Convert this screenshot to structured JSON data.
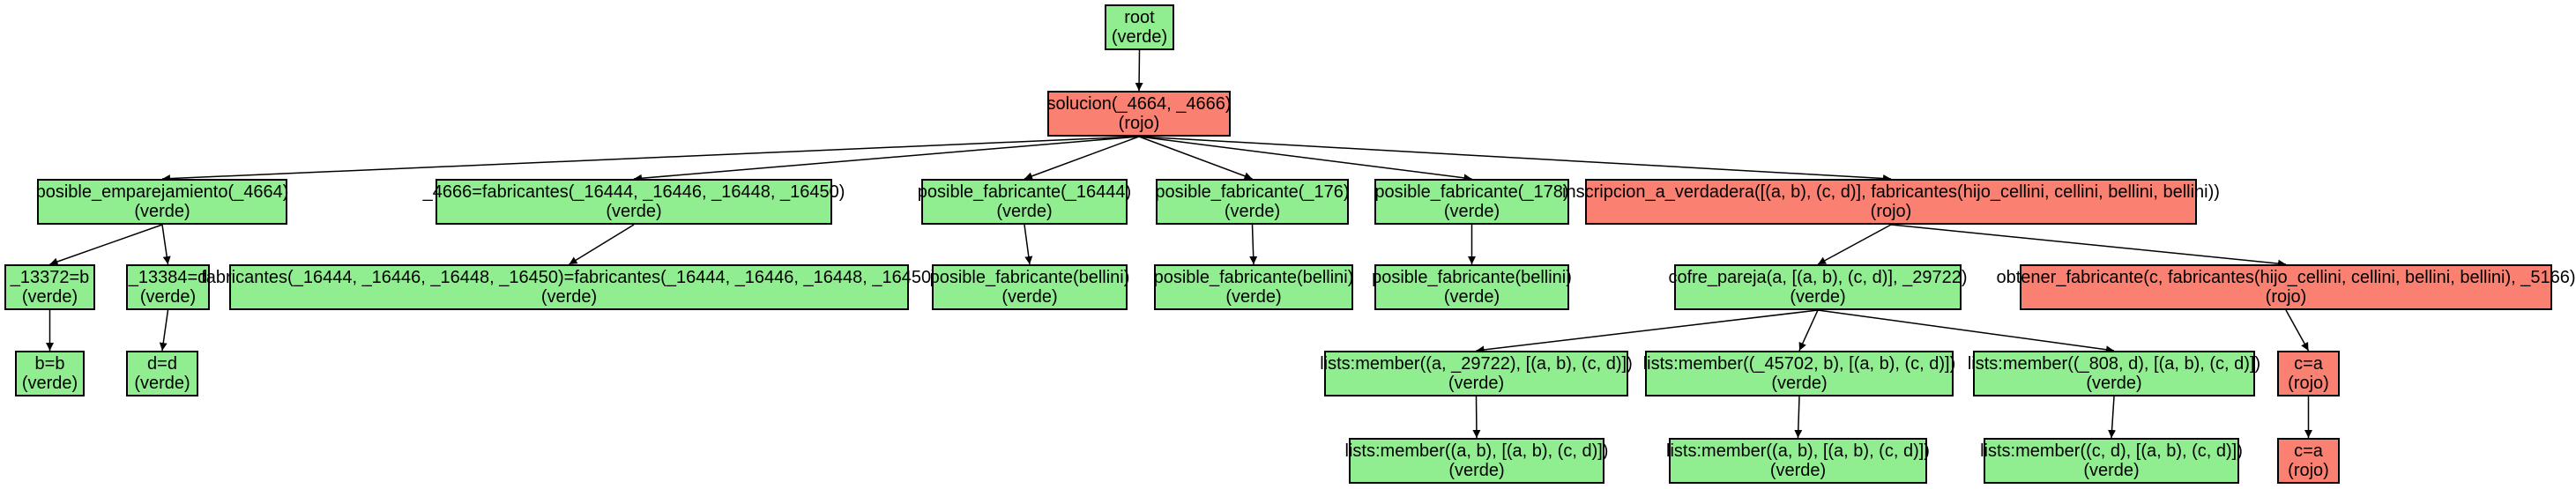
{
  "colors": {
    "verde": "#90ee90",
    "rojo": "#fa8072",
    "edge": "#000000"
  },
  "nodes": [
    {
      "id": "root",
      "label": "root",
      "status": "(verde)",
      "color": "verde"
    },
    {
      "id": "solucion",
      "label": "solucion(_4664, _4666)",
      "status": "(rojo)",
      "color": "rojo"
    },
    {
      "id": "posible_emparejamiento",
      "label": "posible_emparejamiento(_4664)",
      "status": "(verde)",
      "color": "verde"
    },
    {
      "id": "eq_fabricantes",
      "label": "_4666=fabricantes(_16444, _16446, _16448, _16450)",
      "status": "(verde)",
      "color": "verde"
    },
    {
      "id": "pf_16444",
      "label": "posible_fabricante(_16444)",
      "status": "(verde)",
      "color": "verde"
    },
    {
      "id": "pf_176",
      "label": "posible_fabricante(_176)",
      "status": "(verde)",
      "color": "verde"
    },
    {
      "id": "pf_178",
      "label": "posible_fabricante(_178)",
      "status": "(verde)",
      "color": "verde"
    },
    {
      "id": "inscripcion",
      "label": "inscripcion_a_verdadera([(a, b), (c, d)], fabricantes(hijo_cellini, cellini, bellini, bellini))",
      "status": "(rojo)",
      "color": "rojo"
    },
    {
      "id": "eq_13372",
      "label": "_13372=b",
      "status": "(verde)",
      "color": "verde"
    },
    {
      "id": "eq_13384",
      "label": "_13384=d",
      "status": "(verde)",
      "color": "verde"
    },
    {
      "id": "fab_unif",
      "label": "fabricantes(_16444, _16446, _16448, _16450)=fabricantes(_16444, _16446, _16448, _16450)",
      "status": "(verde)",
      "color": "verde"
    },
    {
      "id": "pfb_1",
      "label": "posible_fabricante(bellini)",
      "status": "(verde)",
      "color": "verde"
    },
    {
      "id": "pfb_2",
      "label": "posible_fabricante(bellini)",
      "status": "(verde)",
      "color": "verde"
    },
    {
      "id": "pfb_3",
      "label": "posible_fabricante(bellini)",
      "status": "(verde)",
      "color": "verde"
    },
    {
      "id": "cofre",
      "label": "cofre_pareja(a, [(a, b), (c, d)], _29722)",
      "status": "(verde)",
      "color": "verde"
    },
    {
      "id": "obtener",
      "label": "obtener_fabricante(c, fabricantes(hijo_cellini, cellini, bellini, bellini), _5166)",
      "status": "(rojo)",
      "color": "rojo"
    },
    {
      "id": "bb",
      "label": "b=b",
      "status": "(verde)",
      "color": "verde"
    },
    {
      "id": "dd",
      "label": "d=d",
      "status": "(verde)",
      "color": "verde"
    },
    {
      "id": "lm_a",
      "label": "lists:member((a, _29722), [(a, b), (c, d)])",
      "status": "(verde)",
      "color": "verde"
    },
    {
      "id": "lm_45702",
      "label": "lists:member((_45702, b), [(a, b), (c, d)])",
      "status": "(verde)",
      "color": "verde"
    },
    {
      "id": "lm_808",
      "label": "lists:member((_808, d), [(a, b), (c, d)])",
      "status": "(verde)",
      "color": "verde"
    },
    {
      "id": "ca_1",
      "label": "c=a",
      "status": "(rojo)",
      "color": "rojo"
    },
    {
      "id": "lm_ab",
      "label": "lists:member((a, b), [(a, b), (c, d)])",
      "status": "(verde)",
      "color": "verde"
    },
    {
      "id": "lm_ab2",
      "label": "lists:member((a, b), [(a, b), (c, d)])",
      "status": "(verde)",
      "color": "verde"
    },
    {
      "id": "lm_cd",
      "label": "lists:member((c, d), [(a, b), (c, d)])",
      "status": "(verde)",
      "color": "verde"
    },
    {
      "id": "ca_2",
      "label": "c=a",
      "status": "(rojo)",
      "color": "rojo"
    }
  ],
  "edges": [
    [
      "root",
      "solucion"
    ],
    [
      "solucion",
      "posible_emparejamiento"
    ],
    [
      "solucion",
      "eq_fabricantes"
    ],
    [
      "solucion",
      "pf_16444"
    ],
    [
      "solucion",
      "pf_176"
    ],
    [
      "solucion",
      "pf_178"
    ],
    [
      "solucion",
      "inscripcion"
    ],
    [
      "posible_emparejamiento",
      "eq_13372"
    ],
    [
      "posible_emparejamiento",
      "eq_13384"
    ],
    [
      "eq_fabricantes",
      "fab_unif"
    ],
    [
      "pf_16444",
      "pfb_1"
    ],
    [
      "pf_176",
      "pfb_2"
    ],
    [
      "pf_178",
      "pfb_3"
    ],
    [
      "inscripcion",
      "cofre"
    ],
    [
      "inscripcion",
      "obtener"
    ],
    [
      "eq_13372",
      "bb"
    ],
    [
      "eq_13384",
      "dd"
    ],
    [
      "cofre",
      "lm_a"
    ],
    [
      "cofre",
      "lm_45702"
    ],
    [
      "cofre",
      "lm_808"
    ],
    [
      "obtener",
      "ca_1"
    ],
    [
      "lm_a",
      "lm_ab"
    ],
    [
      "lm_45702",
      "lm_ab2"
    ],
    [
      "lm_808",
      "lm_cd"
    ],
    [
      "ca_1",
      "ca_2"
    ]
  ]
}
